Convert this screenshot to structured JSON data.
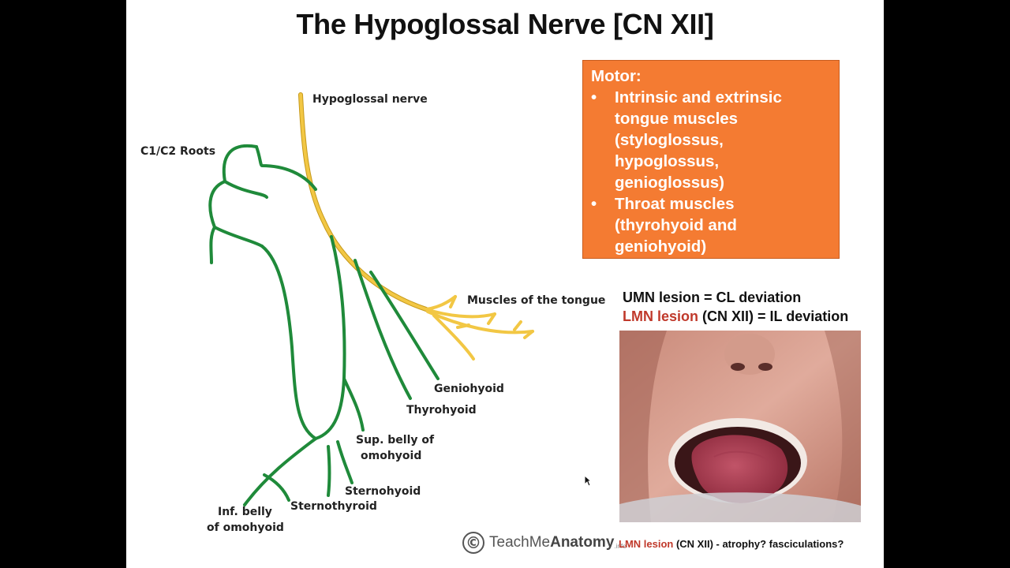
{
  "slide": {
    "title": "The Hypoglossal Nerve [CN XII]"
  },
  "diagram": {
    "labels": {
      "hypoglossal": "Hypoglossal nerve",
      "roots": "C1/C2 Roots",
      "tongue": "Muscles of the tongue",
      "geniohyoid": "Geniohyoid",
      "thyrohyoid": "Thyrohyoid",
      "sup_belly_1": "Sup. belly of",
      "sup_belly_2": "omohyoid",
      "sternohyoid": "Sternohyoid",
      "sternothyroid": "Sternothyroid",
      "inf_belly_1": "Inf. belly",
      "inf_belly_2": "of omohyoid"
    },
    "colors": {
      "nerve": "#f2c744",
      "ansa": "#1f8a3a"
    }
  },
  "motor_box": {
    "heading": "Motor:",
    "bullet1_lines": [
      "Intrinsic and extrinsic",
      "tongue muscles",
      "(styloglossus,",
      "hypoglossus,",
      "genioglossus)"
    ],
    "bullet2_lines": [
      "Throat muscles",
      "(thyrohyoid and",
      "geniohyoid)"
    ],
    "background": "#f47b32"
  },
  "lesions": {
    "umn": "UMN lesion = CL deviation",
    "lmn_red": "LMN lesion",
    "lmn_rest": " (CN XII) = IL deviation"
  },
  "caption": {
    "red": "LMN lesion",
    "rest": " (CN XII) - atrophy? fasciculations?"
  },
  "logo": {
    "symbol": "©",
    "name_plain": "TeachMe",
    "name_bold": "Anatomy",
    "suffix": ".info"
  }
}
